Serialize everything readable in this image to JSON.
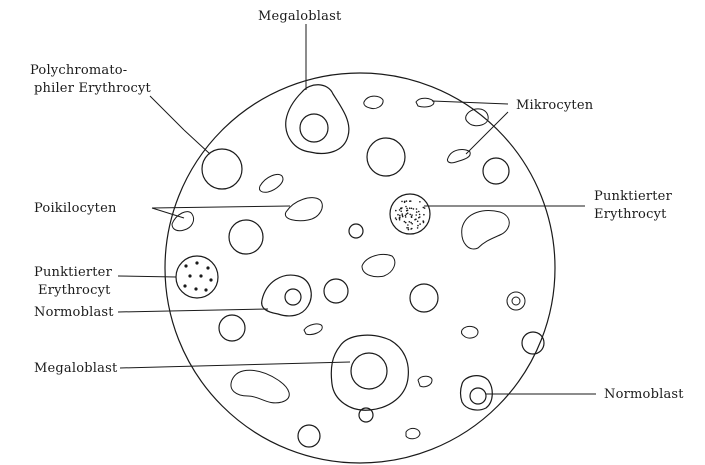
{
  "labels": {
    "megaloblast_top": "Megaloblast",
    "polychromatophil_line1": "Polychromato-",
    "polychromatophil_line2": "philer Erythrocyt",
    "mikrocyten": "Mikrocyten",
    "poikilocyten": "Poikilocyten",
    "punktierter_right_line1": "Punktierter",
    "punktierter_right_line2": "Erythrocyt",
    "punktierter_left_line1": "Punktierter",
    "punktierter_left_line2": "Erythrocyt",
    "normoblast_left": "Normoblast",
    "megaloblast_left": "Megaloblast",
    "normoblast_right": "Normoblast"
  }
}
